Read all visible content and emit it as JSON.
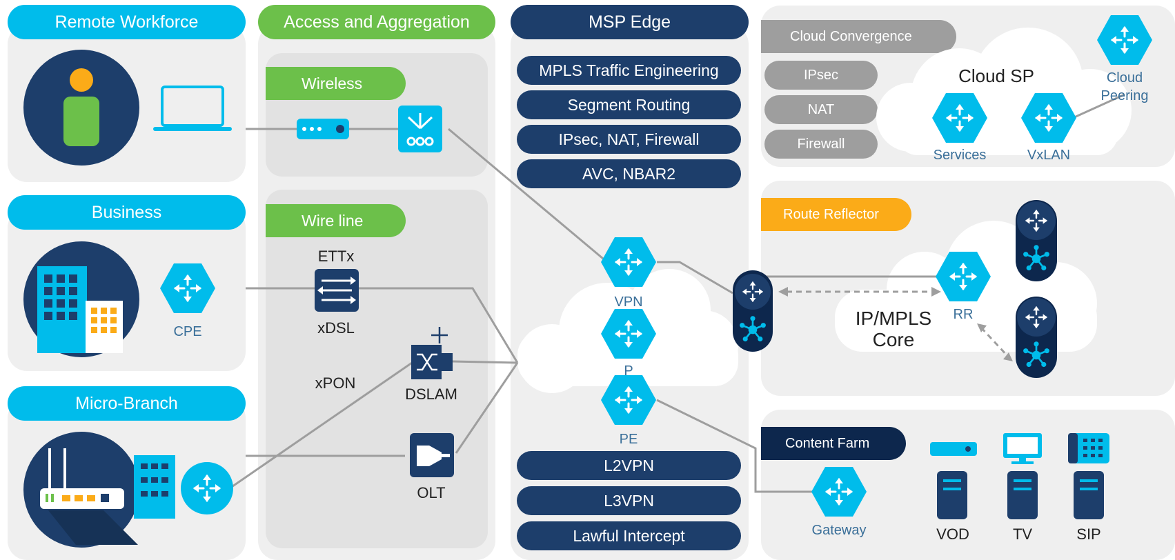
{
  "colors": {
    "cyan": "#00bceb",
    "green": "#6cc04a",
    "navy": "#1d3e6b",
    "dark_navy": "#0d274d",
    "gray_pill": "#9e9e9e",
    "orange": "#fbab18",
    "panel": "#efefef",
    "line": "#9e9e9e"
  },
  "columns": {
    "remote_workforce": "Remote Workforce",
    "business": "Business",
    "micro_branch": "Micro-Branch",
    "access_aggregation": "Access and Aggregation",
    "msp_edge": "MSP Edge"
  },
  "access": {
    "wireless": "Wireless",
    "wire_line": "Wire line",
    "ettx": "ETTx",
    "xdsl": "xDSL",
    "xpon": "xPON",
    "dslam": "DSLAM",
    "olt": "OLT"
  },
  "business": {
    "cpe": "CPE"
  },
  "msp_features_top": [
    "MPLS Traffic Engineering",
    "Segment Routing",
    "IPsec, NAT, Firewall",
    "AVC, NBAR2"
  ],
  "msp_features_bottom": [
    "L2VPN",
    "L3VPN",
    "Lawful Intercept"
  ],
  "msp_nodes": {
    "vpn": "VPN",
    "p": "P",
    "pe": "PE"
  },
  "cloud": {
    "convergence": "Cloud Convergence",
    "items": [
      "IPsec",
      "NAT",
      "Firewall"
    ],
    "title": "Cloud SP",
    "peering": "Cloud Peering",
    "services": "Services",
    "vxlan": "VxLAN"
  },
  "core": {
    "route_reflector": "Route Reflector",
    "label": "IP/MPLS Core",
    "rr": "RR"
  },
  "content": {
    "farm": "Content Farm",
    "gateway": "Gateway",
    "vod": "VOD",
    "tv": "TV",
    "sip": "SIP"
  }
}
